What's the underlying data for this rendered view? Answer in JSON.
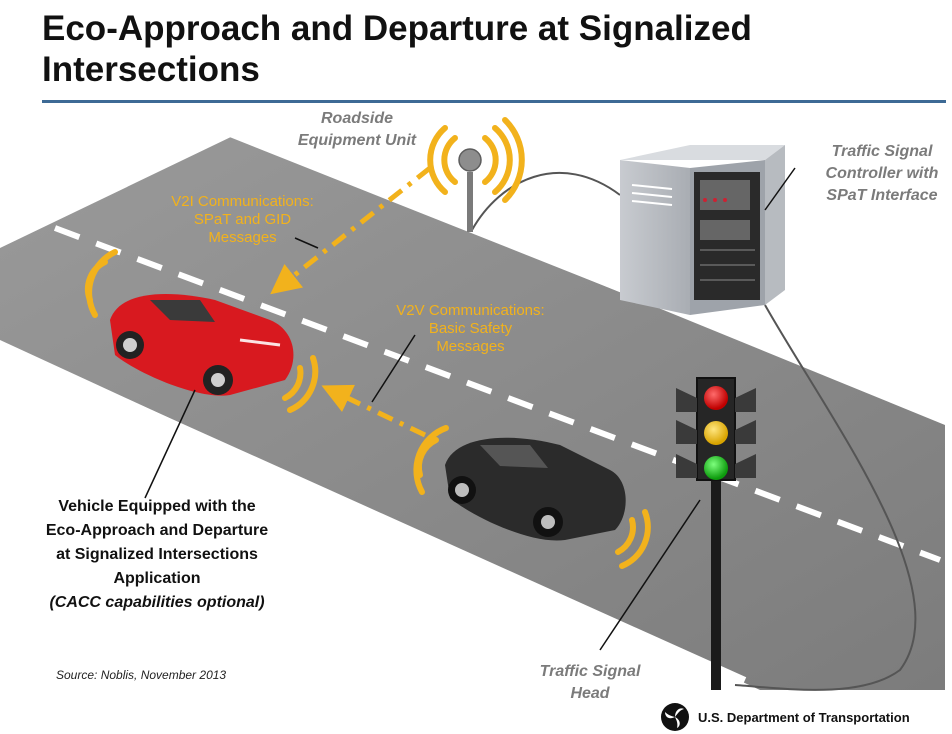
{
  "title": "Eco-Approach and Departure at Signalized Intersections",
  "labels": {
    "rsu": [
      "Roadside",
      "Equipment Unit"
    ],
    "tsc": [
      "Traffic Signal",
      "Controller with",
      "SPaT Interface"
    ],
    "v2i": [
      "V2I Communications:",
      "SPaT and GID",
      "Messages"
    ],
    "v2v": [
      "V2V Communications:",
      "Basic Safety",
      "Messages"
    ],
    "signal_head": [
      "Traffic Signal",
      "Head"
    ]
  },
  "vehicle_note": {
    "lines": [
      "Vehicle Equipped with the",
      "Eco-Approach and Departure",
      "at Signalized Intersections",
      "Application"
    ],
    "optional": "(CACC capabilities optional)"
  },
  "source": "Source: Noblis, November 2013",
  "footer": {
    "org": "U.S. Department of Transportation",
    "logo_icon": "usdot-triskelion-icon"
  },
  "colors": {
    "accent_rule": "#3d6a95",
    "signal_waves": "#f2b21c",
    "road": "#8f8f8f",
    "car_red": "#d8191f",
    "car_black": "#2b2b2b"
  }
}
